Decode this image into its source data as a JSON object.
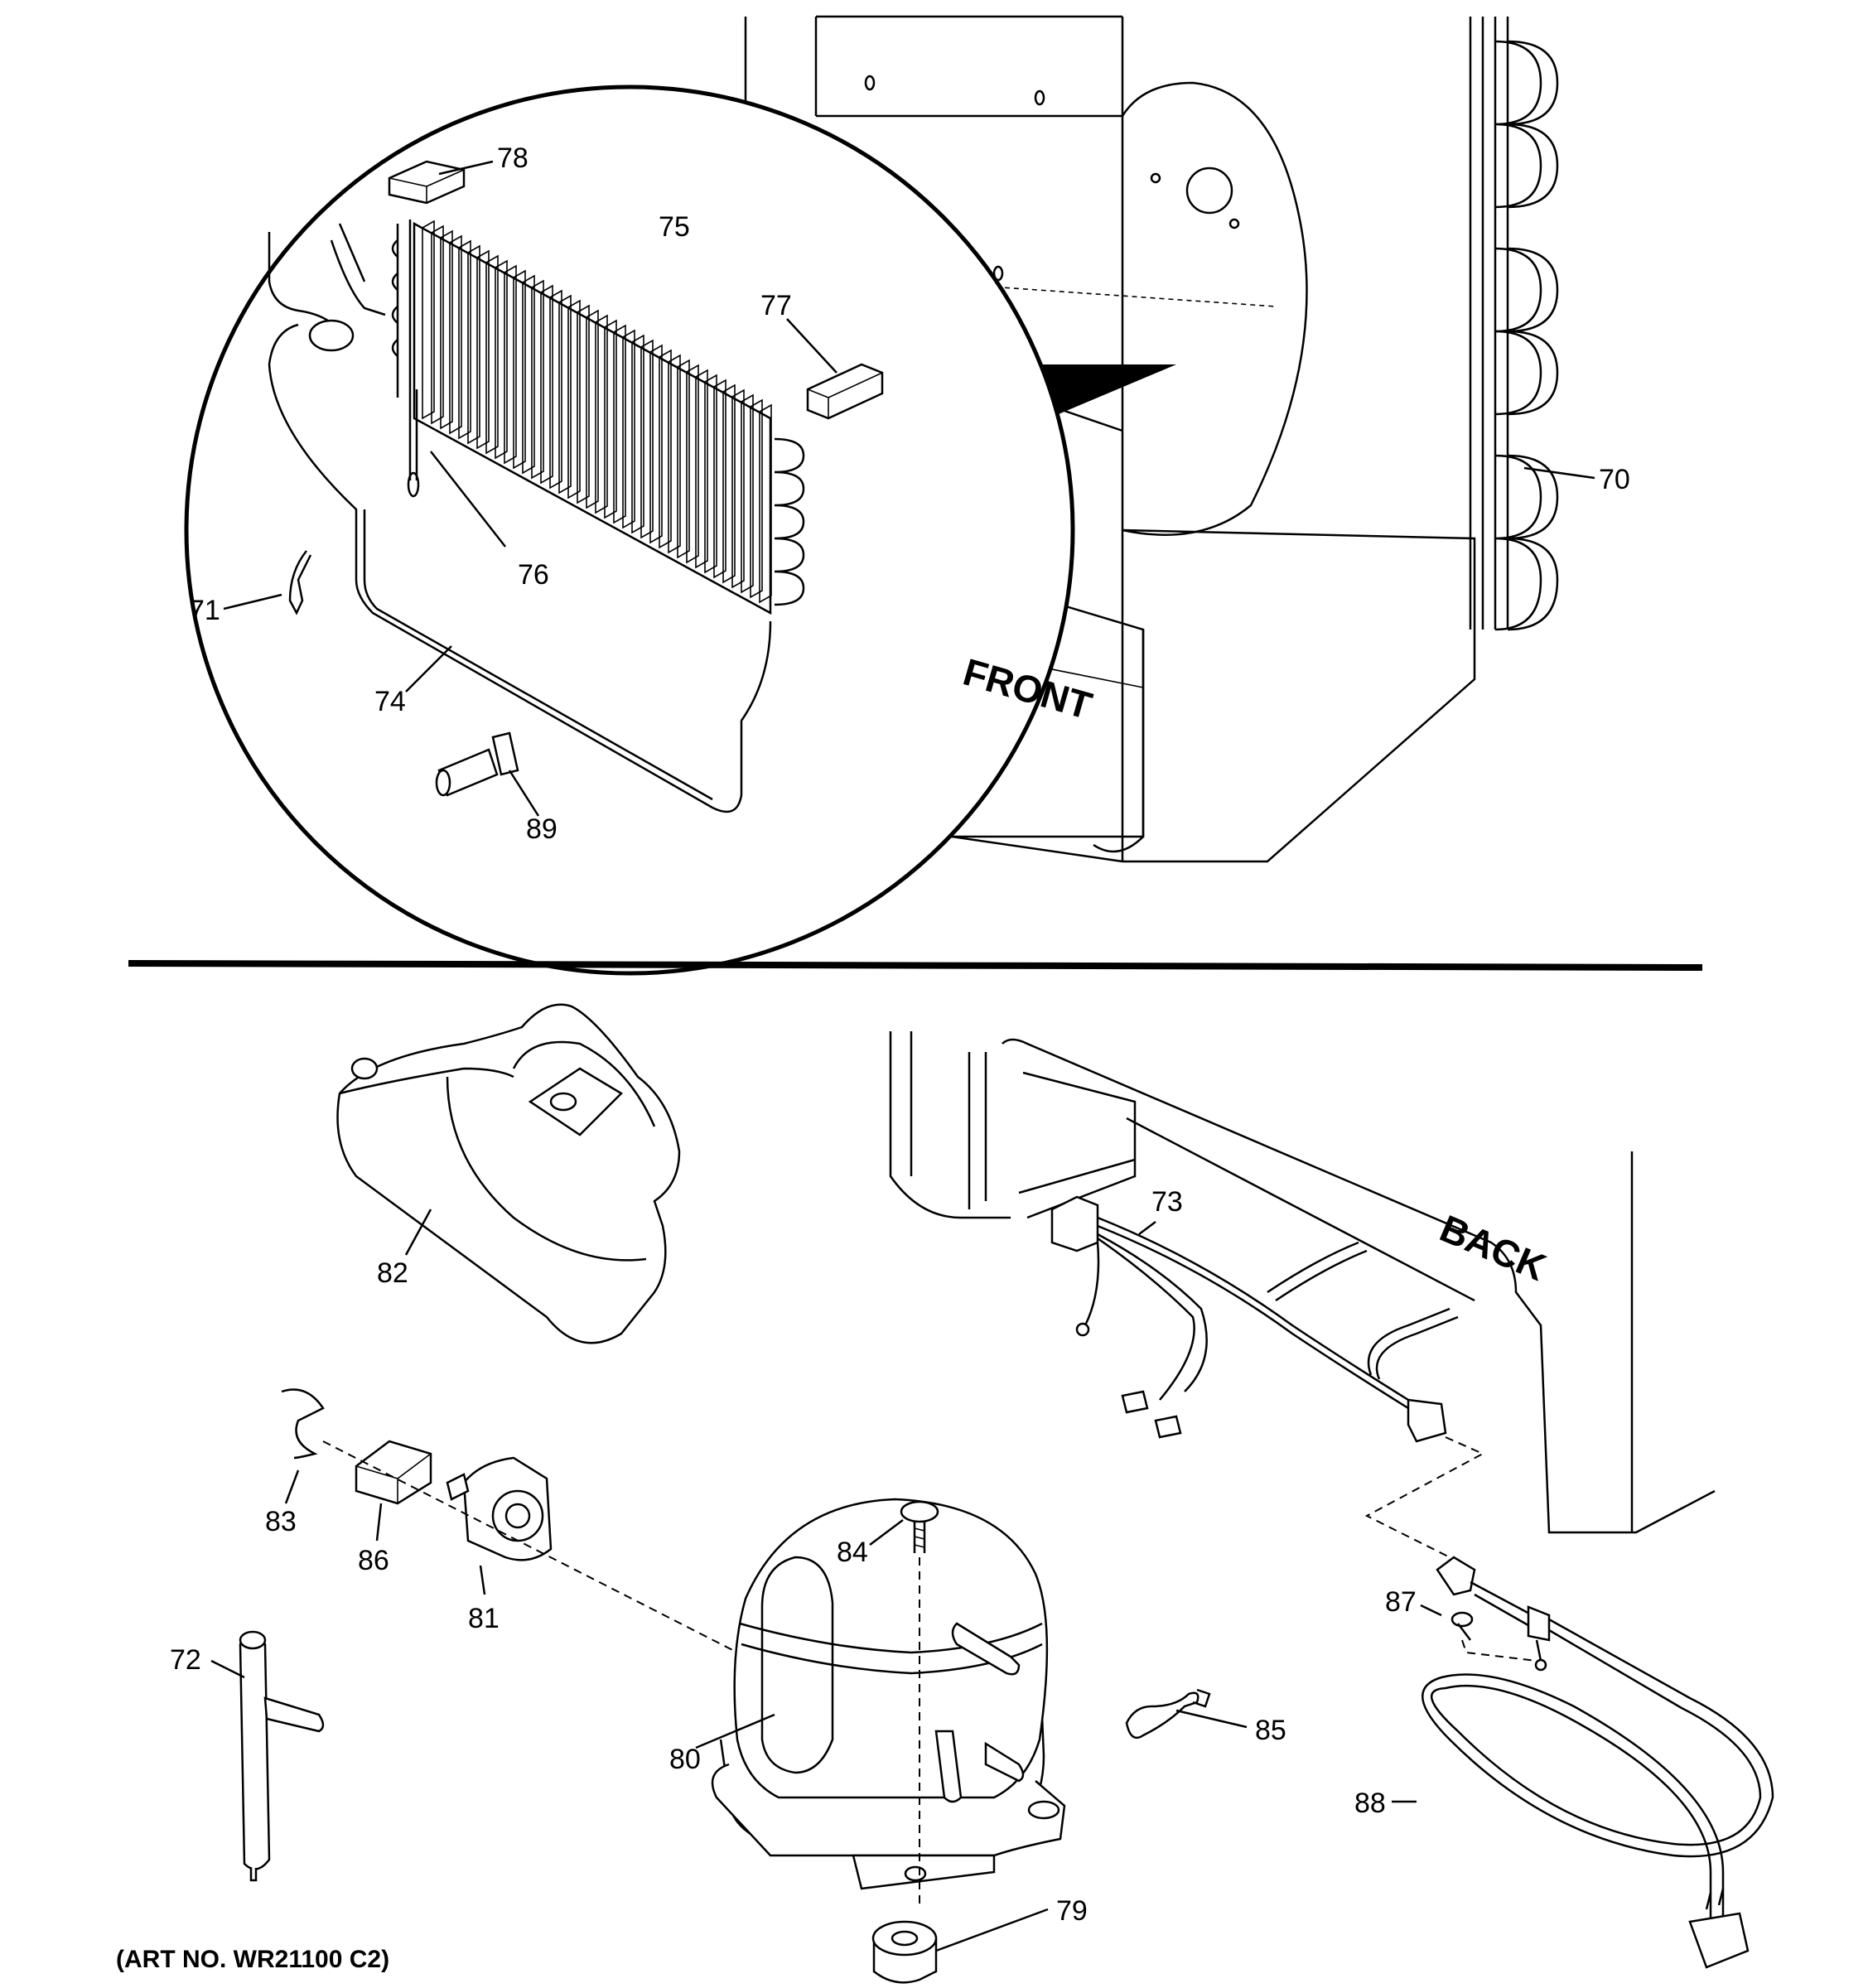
{
  "orientation_labels": {
    "front": "FRONT",
    "back": "BACK"
  },
  "art_number": "(ART NO. WR21100 C2)",
  "callouts": {
    "c70": "70",
    "c71": "71",
    "c72": "72",
    "c73": "73",
    "c74": "74",
    "c75": "75",
    "c76": "76",
    "c77": "77",
    "c78": "78",
    "c79": "79",
    "c80": "80",
    "c81": "81",
    "c82": "82",
    "c83": "83",
    "c84": "84",
    "c85": "85",
    "c86": "86",
    "c87": "87",
    "c88": "88",
    "c89": "89"
  }
}
